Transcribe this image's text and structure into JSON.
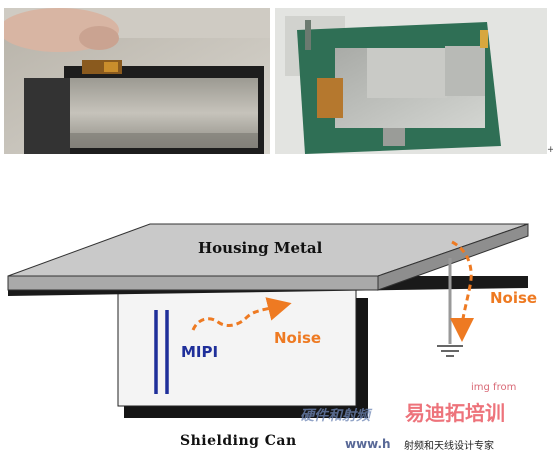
{
  "photos": {
    "left_alt": "phone housing with shielding tape",
    "right_alt": "circuit board with metal shielding"
  },
  "diagram": {
    "housing_label": "Housing Metal",
    "noise_label_left": "Noise",
    "noise_label_right": "Noise",
    "mipi_label": "MIPI",
    "can_label": "Shielding Can",
    "colors": {
      "noise": "#ee7a22",
      "mipi": "#1f2f9a",
      "housing": "#c9c9c9",
      "can": "#f4f4f4"
    }
  },
  "watermark": {
    "img_from": "img from",
    "cn_left": "硬件和射频",
    "cn_right": "易迪拓培训",
    "url": "www.h",
    "sub": "射频和天线设计专家"
  }
}
